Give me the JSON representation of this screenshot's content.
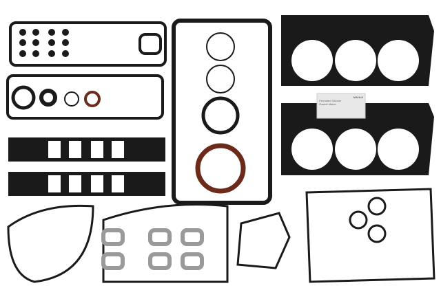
{
  "image": {
    "subject": "Engine full gasket set product photo",
    "background": "#ffffff",
    "colors": {
      "gasket_black": "#1a1a1a",
      "seal_brown": "#6b2a1a",
      "graphite_gray": "#9a9a9a",
      "packet": "#e8e8e8"
    }
  },
  "packet": {
    "brand": "MAHLE",
    "line1": "Permatex Silicone",
    "line2": "Gasket Maker"
  }
}
